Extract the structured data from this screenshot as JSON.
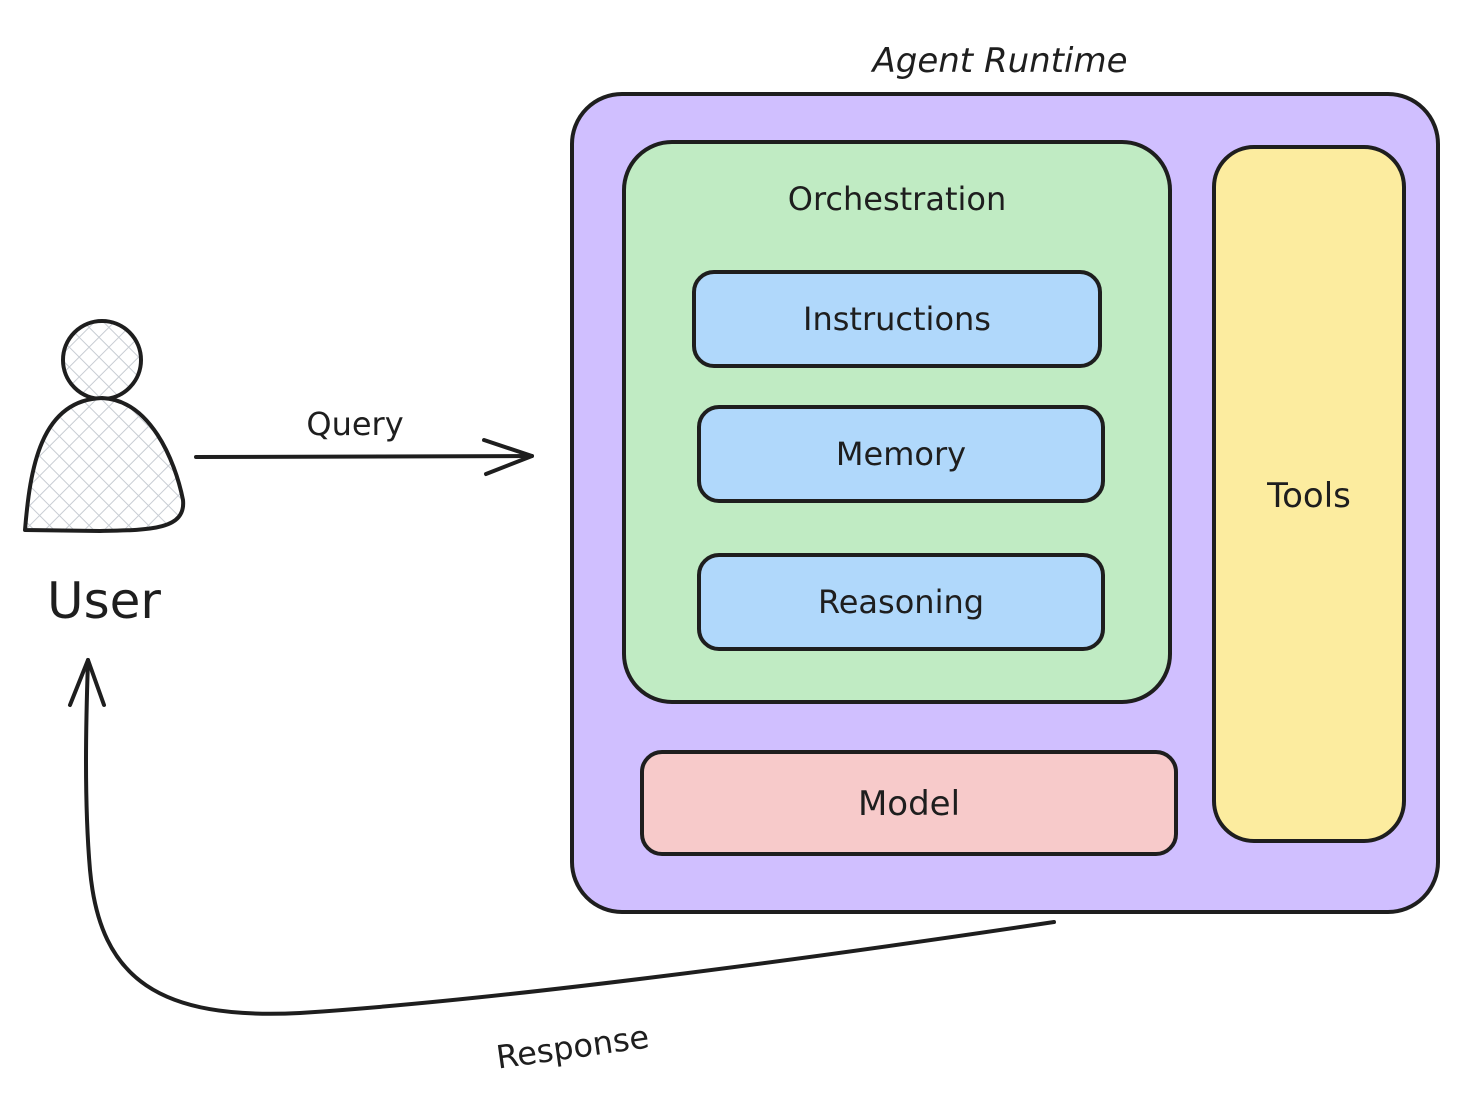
{
  "diagram": {
    "user": {
      "label": "User",
      "fill": "#dfe3e8",
      "hatch": "#c8cdd3"
    },
    "query_arrow": {
      "label": "Query"
    },
    "response_arrow": {
      "label": "Response"
    },
    "runtime": {
      "title": "Agent Runtime",
      "fill": "#d0bfff",
      "orchestration": {
        "label": "Orchestration",
        "fill": "#c0ebc3",
        "items": [
          {
            "label": "Instructions",
            "fill": "#b0d8fb"
          },
          {
            "label": "Memory",
            "fill": "#b0d8fb"
          },
          {
            "label": "Reasoning",
            "fill": "#b0d8fb"
          }
        ]
      },
      "model": {
        "label": "Model",
        "fill": "#f7caca"
      },
      "tools": {
        "label": "Tools",
        "fill": "#fcec9f"
      }
    },
    "stroke": "#1e1e1e"
  }
}
